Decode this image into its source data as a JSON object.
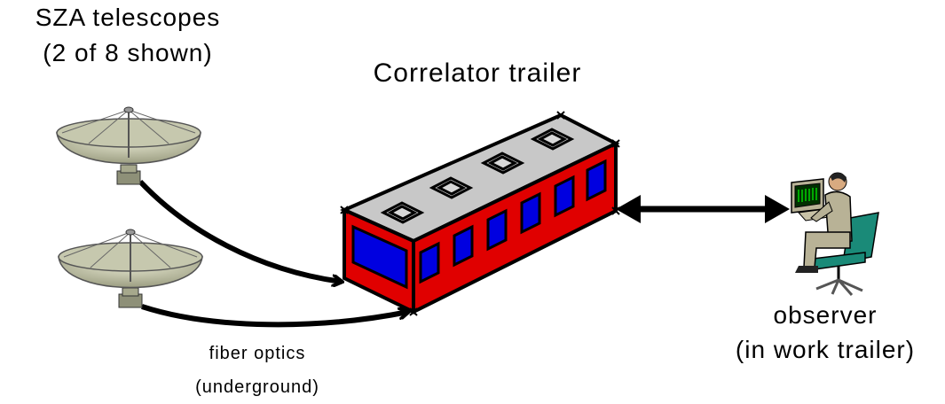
{
  "labels": {
    "telescopes_line1": "SZA telescopes",
    "telescopes_line2": "(2 of 8 shown)",
    "correlator": "Correlator trailer",
    "observer_line1": "observer",
    "observer_line2": "(in work trailer)",
    "fiber_line1": "fiber optics",
    "fiber_line2": "(underground)"
  },
  "icons": [
    "dish-antenna-icon",
    "trailer-icon",
    "observer-at-computer-icon",
    "double-arrow-icon"
  ],
  "colors": {
    "dish": "#b9bb9a",
    "dish_dark": "#8e9078",
    "trailer_body": "#e00000",
    "trailer_roof": "#c8c8c8",
    "window": "#0000e0",
    "screen": "#00a000",
    "chair": "#1a8a78",
    "suit": "#b8b296"
  }
}
